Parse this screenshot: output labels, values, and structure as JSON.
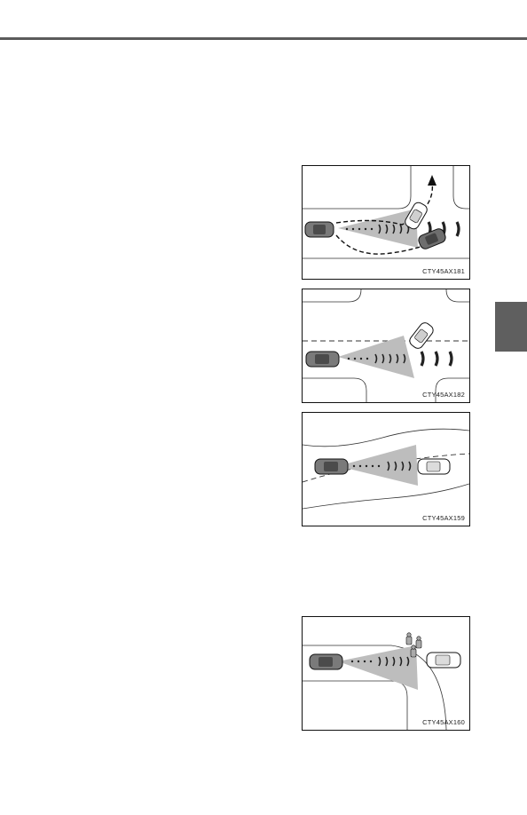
{
  "figures": [
    {
      "code": "CTY45AX181"
    },
    {
      "code": "CTY45AX182"
    },
    {
      "code": "CTY45AX159"
    },
    {
      "code": "CTY45AX160"
    }
  ]
}
